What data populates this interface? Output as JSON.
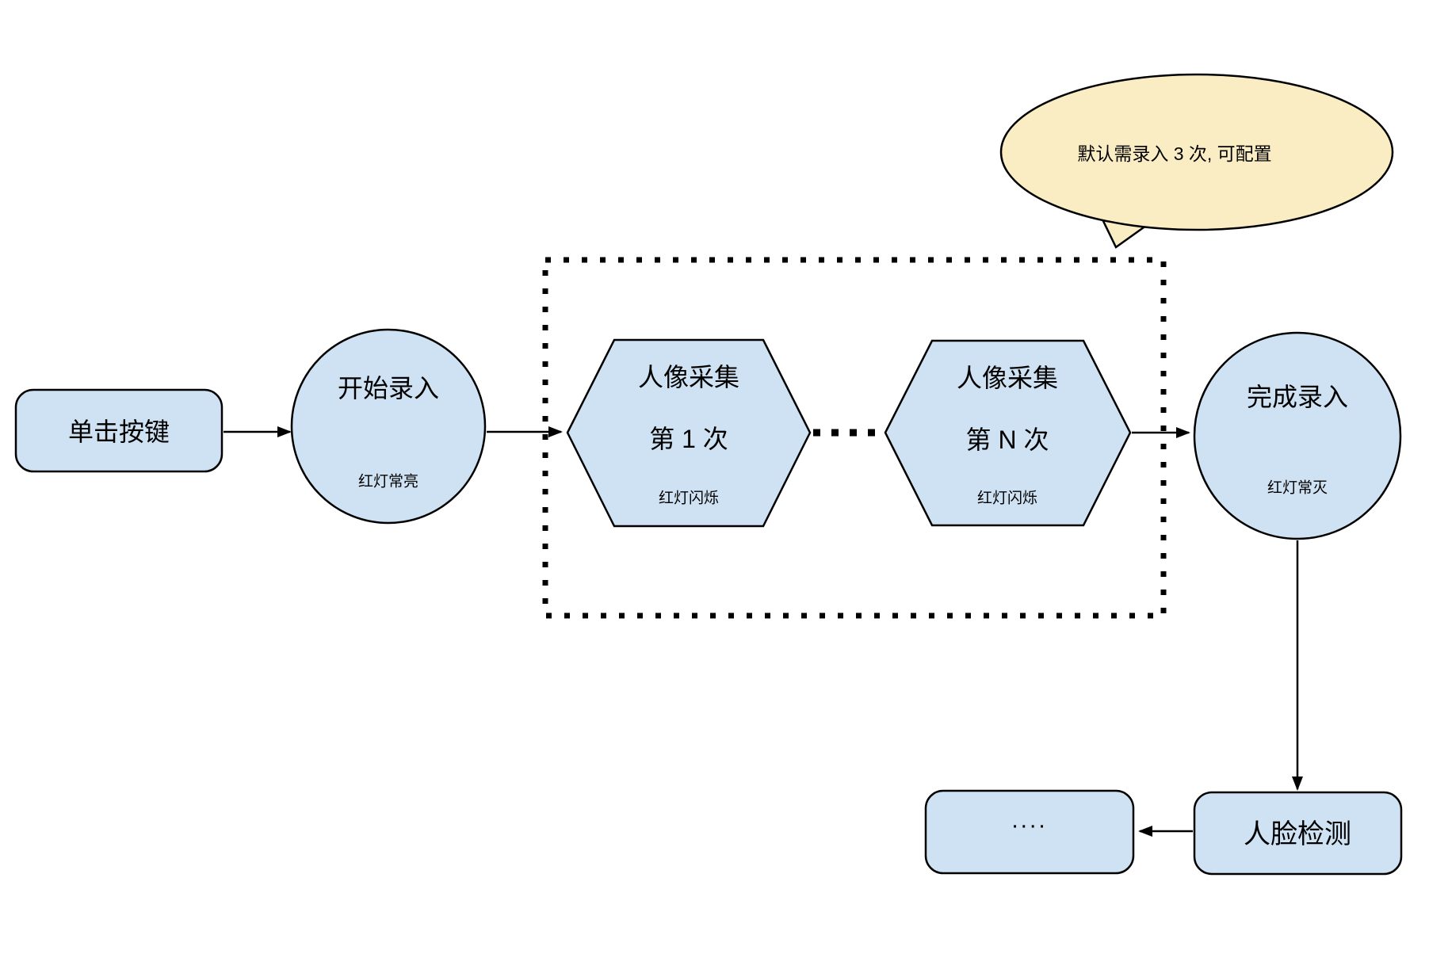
{
  "colors": {
    "node_fill": "#cfe2f3",
    "node_stroke": "#000000",
    "callout_fill": "#fbedc3",
    "text": "#000000"
  },
  "callout": {
    "text": "默认需录入 3 次, 可配置"
  },
  "nodes": {
    "click_button": {
      "label": "单击按键"
    },
    "start_entry": {
      "label": "开始录入",
      "status": "红灯常亮"
    },
    "capture_first": {
      "title": "人像采集",
      "count": "第 1 次",
      "status": "红灯闪烁"
    },
    "capture_nth": {
      "title": "人像采集",
      "count": "第 N 次",
      "status": "红灯闪烁"
    },
    "finish_entry": {
      "label": "完成录入",
      "status": "红灯常灭"
    },
    "face_detection": {
      "label": "人脸检测"
    },
    "ellipsis": {
      "label": "...."
    }
  }
}
